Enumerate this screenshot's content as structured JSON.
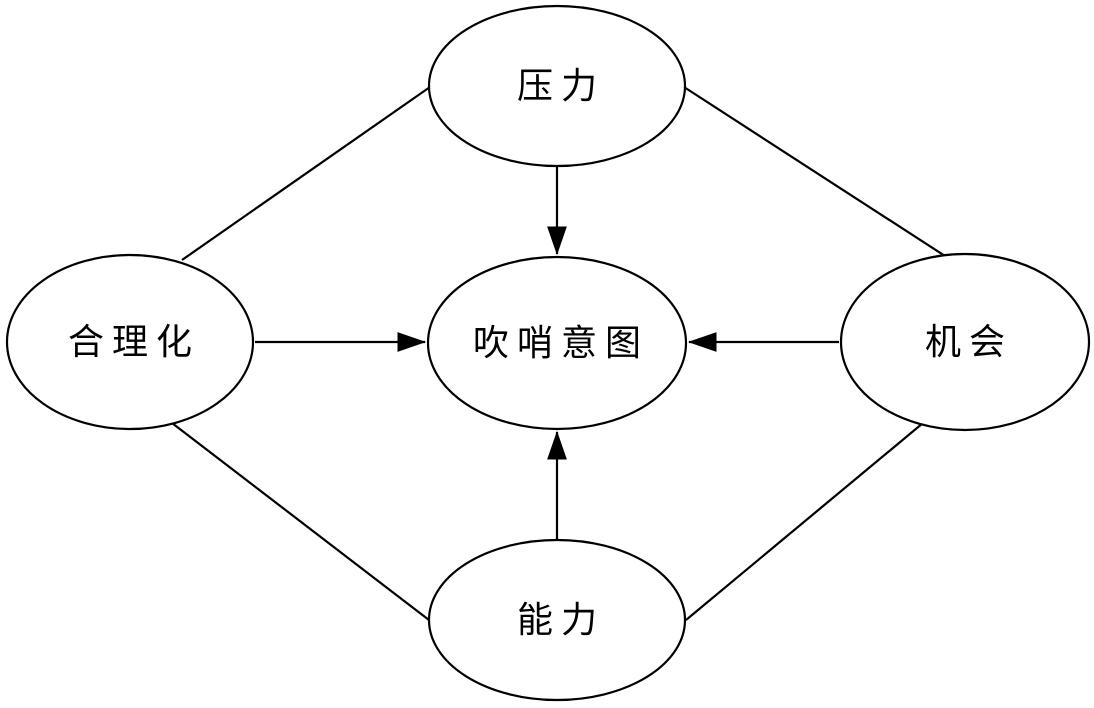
{
  "diagram": {
    "background_color": "#ffffff",
    "line_color": "#000000",
    "node_fill_color": "#ffffff",
    "text_color": "#000000",
    "nodes": {
      "pressure": {
        "label": "压力",
        "position": "top"
      },
      "rationalization": {
        "label": "合理化",
        "position": "left"
      },
      "opportunity": {
        "label": "机会",
        "position": "right"
      },
      "capability": {
        "label": "能力",
        "position": "bottom"
      },
      "intention": {
        "label": "吹哨意图",
        "position": "center"
      }
    },
    "edges": [
      {
        "from": "pressure",
        "to": "intention",
        "type": "arrow"
      },
      {
        "from": "rationalization",
        "to": "intention",
        "type": "arrow"
      },
      {
        "from": "opportunity",
        "to": "intention",
        "type": "arrow"
      },
      {
        "from": "capability",
        "to": "intention",
        "type": "arrow"
      },
      {
        "from": "pressure",
        "to": "rationalization",
        "type": "line"
      },
      {
        "from": "pressure",
        "to": "opportunity",
        "type": "line"
      },
      {
        "from": "rationalization",
        "to": "capability",
        "type": "line"
      },
      {
        "from": "opportunity",
        "to": "capability",
        "type": "line"
      }
    ]
  }
}
